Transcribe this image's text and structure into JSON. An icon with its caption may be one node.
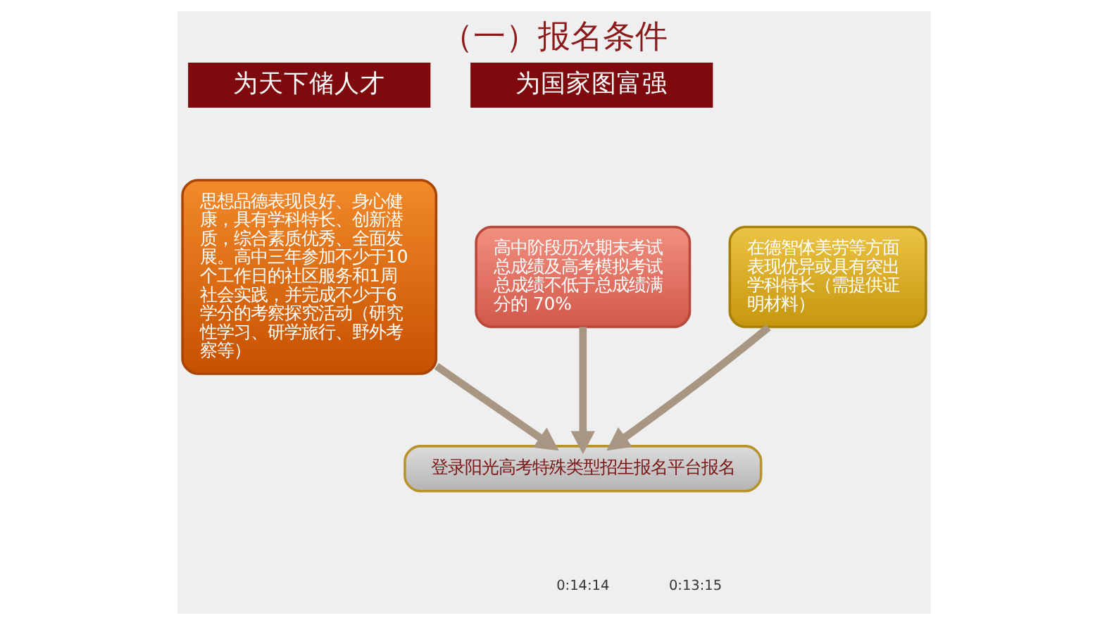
{
  "diagram": {
    "title": "（一）报名条件",
    "nodes": [
      {
        "text": [
          "思想品德表现良好、身心健康，具有学科特长、创新潜质，综合素质优秀、全面发展。高中三年参加不少于10个工作日的社区服务和1周社会实践，并完成不少于6学分的考察探究活动（研究性学习、研学旅行、野外考察等）"
        ]
      },
      {
        "text": [
          "高中阶段历次期末考试总成绩及高考模拟考试总成绩不低于总成绩满分的 70%"
        ]
      },
      {
        "text": [
          "在德智体美劳等方面表现优异或具有突出学科特长（需提供证明材料）"
        ]
      },
      {
        "text": [
          "登录阳光高考特殊类型招生报名平台报名"
        ]
      }
    ],
    "edges": [
      {
        "from": 0,
        "to": 3,
        "arrow": "to"
      },
      {
        "from": 1,
        "to": 3,
        "arrow": "to"
      },
      {
        "from": 2,
        "to": 3,
        "arrow": "to"
      }
    ],
    "labels": [
      "为天下储人才",
      "为国家图富强",
      "0:14:14",
      "0:13:15"
    ]
  }
}
